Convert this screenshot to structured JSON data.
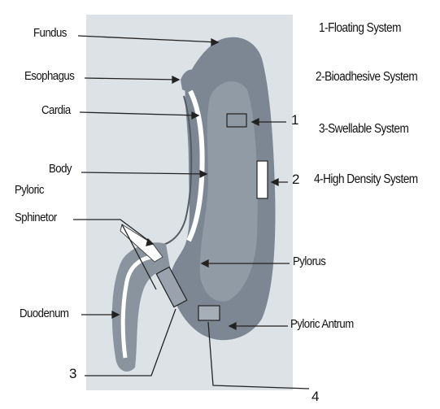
{
  "colors": {
    "background": "#ffffff",
    "panel": "#d8dde3",
    "stomach": "#7d8793",
    "stomach_light": "#a8b0ba",
    "lumen": "#ffffff",
    "line": "#222222"
  },
  "labels": {
    "fundus": "Fundus",
    "esophagus": "Esophagus",
    "cardia": "Cardia",
    "body": "Body",
    "pyloric": "Pyloric",
    "sphincter": "Sphinetor",
    "duodenum": "Duodenum",
    "pylorus": "Pylorus",
    "pyloric_antrum": "Pyloric Antrum"
  },
  "markers": {
    "m1": "1",
    "m2": "2",
    "m3": "3",
    "m4": "4"
  },
  "legend": [
    "1-Floating System",
    "2-Bioadhesive System",
    "3-Swellable System",
    "4-High Density System"
  ]
}
